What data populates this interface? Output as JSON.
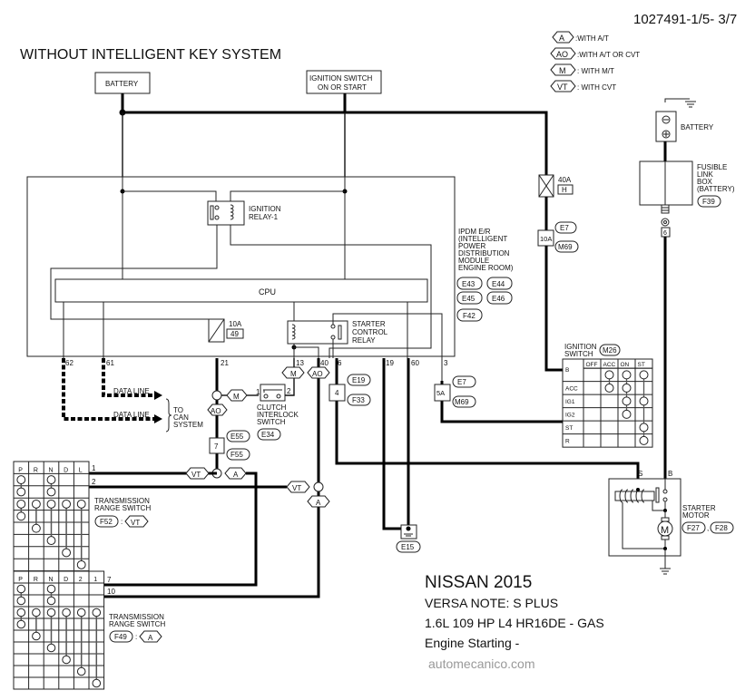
{
  "header": {
    "diagram_id": "1027491-1/5- 3/7",
    "title": "WITHOUT INTELLIGENT KEY SYSTEM"
  },
  "legend": [
    {
      "code": "A",
      "label": ":WITH A/T"
    },
    {
      "code": "AO",
      "label": ":WITH A/T OR CVT"
    },
    {
      "code": "M",
      "label": ": WITH M/T"
    },
    {
      "code": "VT",
      "label": ": WITH CVT"
    }
  ],
  "sources": {
    "battery_label": "BATTERY",
    "ignition_switch_label_1": "IGNITION SWITCH",
    "ignition_switch_label_2": "ON OR START"
  },
  "ipdm": {
    "label_lines": [
      "IPDM E/R",
      "(INTELLIGENT",
      "POWER",
      "DISTRIBUTION",
      "MODULE",
      "ENGINE ROOM)"
    ],
    "connectors": [
      "E43",
      "E44",
      "E45",
      "E46",
      "F42"
    ],
    "cpu_label": "CPU",
    "ign_relay_label_1": "IGNITION",
    "ign_relay_label_2": "RELAY-1",
    "starter_relay_label_1": "STARTER",
    "starter_relay_label_2": "CONTROL",
    "starter_relay_label_3": "RELAY",
    "fuse_10a": "10A",
    "fuse_10a_num": "49",
    "pins": {
      "p62": "62",
      "p61": "61",
      "p21": "21",
      "p13": "13",
      "p40": "40",
      "p6": "6",
      "p19": "19",
      "p60": "60",
      "p3": "3"
    }
  },
  "fuses": {
    "f40a": "40A",
    "f40a_code": "H",
    "f10a": "10A",
    "f10a_conn_1": "E7",
    "f10a_conn_2": "M69",
    "f5a": "5A",
    "f5a_conn_1": "E7",
    "f5a_conn_2": "M69",
    "f4": "4",
    "f4_conn_1": "E19",
    "f4_conn_2": "F33",
    "f7": "7",
    "f7_conn_1": "E55",
    "f7_conn_2": "F55"
  },
  "battery_right": {
    "label": "BATTERY",
    "fusible_link_lines": [
      "FUSIBLE",
      "LINK",
      "BOX",
      "(BATTERY)"
    ],
    "fusible_link_conn": "F39",
    "terminal": "6"
  },
  "ignition_switch": {
    "label_1": "IGNITION",
    "label_2": "SWITCH",
    "connector": "M26",
    "columns": [
      "",
      "OFF",
      "ACC",
      "ON",
      "ST"
    ],
    "rows": [
      "B",
      "ACC",
      "IG1",
      "IG2",
      "ST",
      "R"
    ]
  },
  "can": {
    "data_line_1": "DATA LINE",
    "data_line_2": "DATA LINE",
    "to_can_lines": [
      "TO",
      "CAN",
      "SYSTEM"
    ]
  },
  "clutch_switch": {
    "label_lines": [
      "CLUTCH",
      "INTERLOCK",
      "SWITCH"
    ],
    "connector": "E34",
    "pin1": "1",
    "pin2": "2"
  },
  "tags": {
    "A": "A",
    "AO": "AO",
    "M": "M",
    "VT": "VT"
  },
  "trs_cvt": {
    "columns": [
      "P",
      "R",
      "N",
      "D",
      "L"
    ],
    "label_1": "TRANSMISSION",
    "label_2": "RANGE SWITCH",
    "connector": "F52",
    "variant": "VT",
    "pin1": "1",
    "pin2": "2"
  },
  "trs_at": {
    "columns": [
      "P",
      "R",
      "N",
      "D",
      "2",
      "1"
    ],
    "label_1": "TRANSMISSION",
    "label_2": "RANGE SWITCH",
    "connector": "F49",
    "variant": "A",
    "pin7": "7",
    "pin10": "10"
  },
  "ground": {
    "connector": "E15"
  },
  "starter_motor": {
    "label_1": "STARTER",
    "label_2": "MOTOR",
    "connectors": [
      "F27",
      "F28"
    ],
    "term_s": "S",
    "term_b": "B",
    "motor_symbol": "M"
  },
  "vehicle_info": {
    "make_year": "NISSAN 2015",
    "model": "VERSA NOTE: S PLUS",
    "engine": "1.6L 109 HP L4 HR16DE - GAS",
    "system": "Engine Starting -",
    "watermark": "automecanico.com"
  }
}
